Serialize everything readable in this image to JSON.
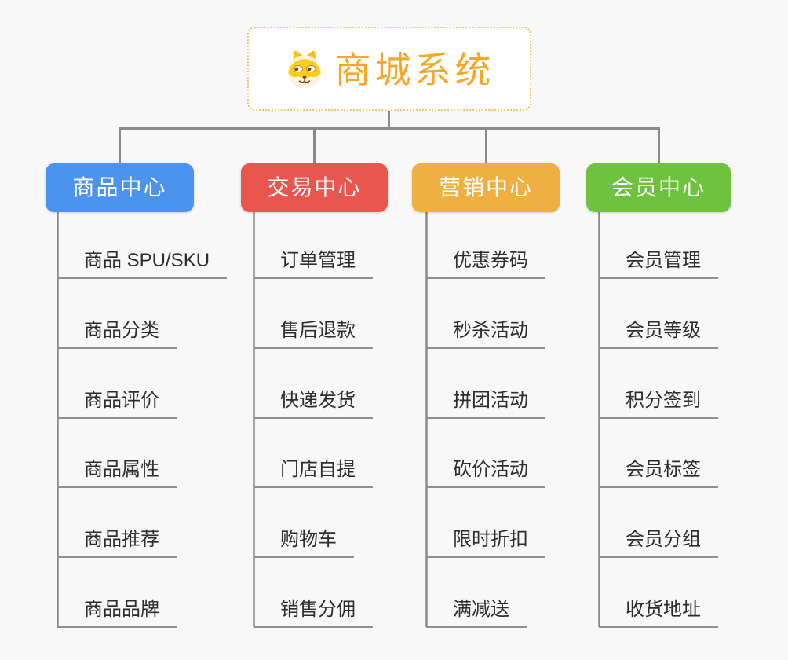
{
  "app": {
    "background_color": "#f8f8f8",
    "connector_color": "#8a8a8a",
    "leaf_underline_color": "#8f8f8f"
  },
  "root": {
    "title": "商城系统",
    "icon": "dog-face-icon",
    "title_color": "#f5a62b",
    "border_color": "#f5c26b"
  },
  "branches": [
    {
      "label": "商品中心",
      "color": "#4b93ec",
      "items": [
        "商品 SPU/SKU",
        "商品分类",
        "商品评价",
        "商品属性",
        "商品推荐",
        "商品品牌"
      ]
    },
    {
      "label": "交易中心",
      "color": "#e8564f",
      "items": [
        "订单管理",
        "售后退款",
        "快递发货",
        "门店自提",
        "购物车",
        "销售分佣"
      ]
    },
    {
      "label": "营销中心",
      "color": "#efaf41",
      "items": [
        "优惠券码",
        "秒杀活动",
        "拼团活动",
        "砍价活动",
        "限时折扣",
        "满减送"
      ]
    },
    {
      "label": "会员中心",
      "color": "#6fc23d",
      "items": [
        "会员管理",
        "会员等级",
        "积分签到",
        "会员标签",
        "会员分组",
        "收货地址"
      ]
    }
  ]
}
